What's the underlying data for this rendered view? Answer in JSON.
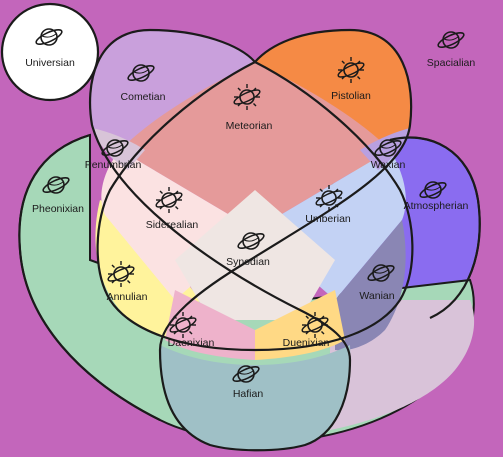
{
  "background_color": "#c366bb",
  "regions": {
    "universian": {
      "label": "Universian",
      "color": "#ffffff",
      "icon": "planet-icon"
    },
    "spacialian": {
      "label": "Spacialian",
      "color": "#c366bb",
      "icon": "planet-icon"
    },
    "cometian": {
      "label": "Cometian",
      "color": "#c9a0dc",
      "icon": "planet-icon"
    },
    "pistolian": {
      "label": "Pistolian",
      "color": "#f58a45",
      "icon": "planet-icon"
    },
    "meteorian": {
      "label": "Meteorian",
      "color": "#e59a9a",
      "icon": "planet-icon"
    },
    "penumbrian": {
      "label": "Penumbrian",
      "color": "#d8c4d8",
      "icon": "planet-icon"
    },
    "waxian": {
      "label": "Waxian",
      "color": "#b9a0e0",
      "icon": "planet-icon"
    },
    "pheonixian": {
      "label": "Pheonixian",
      "color": "#a6d8b8",
      "icon": "planet-icon"
    },
    "atmospherian": {
      "label": "Atmospherian",
      "color": "#8a6cf0",
      "icon": "planet-icon"
    },
    "siderealian": {
      "label": "Siderealian",
      "color": "#fbe2e2",
      "icon": "sun-icon"
    },
    "umberian": {
      "label": "Umberian",
      "color": "#c3d2f4",
      "icon": "sun-icon"
    },
    "synodian": {
      "label": "Synodian",
      "color": "#efe6e3",
      "icon": "planet-icon"
    },
    "annulian": {
      "label": "Annulian",
      "color": "#fff39c",
      "icon": "sun-icon"
    },
    "wanian": {
      "label": "Wanian",
      "color": "#8a86b4",
      "icon": "planet-icon"
    },
    "daenixian": {
      "label": "Daenixian",
      "color": "#eeb2cb",
      "icon": "sun-icon"
    },
    "duenixian": {
      "label": "Duenixian",
      "color": "#ffd985",
      "icon": "sun-icon"
    },
    "hafian": {
      "label": "Hafian",
      "color": "#9fc0c6",
      "icon": "planet-icon"
    }
  }
}
